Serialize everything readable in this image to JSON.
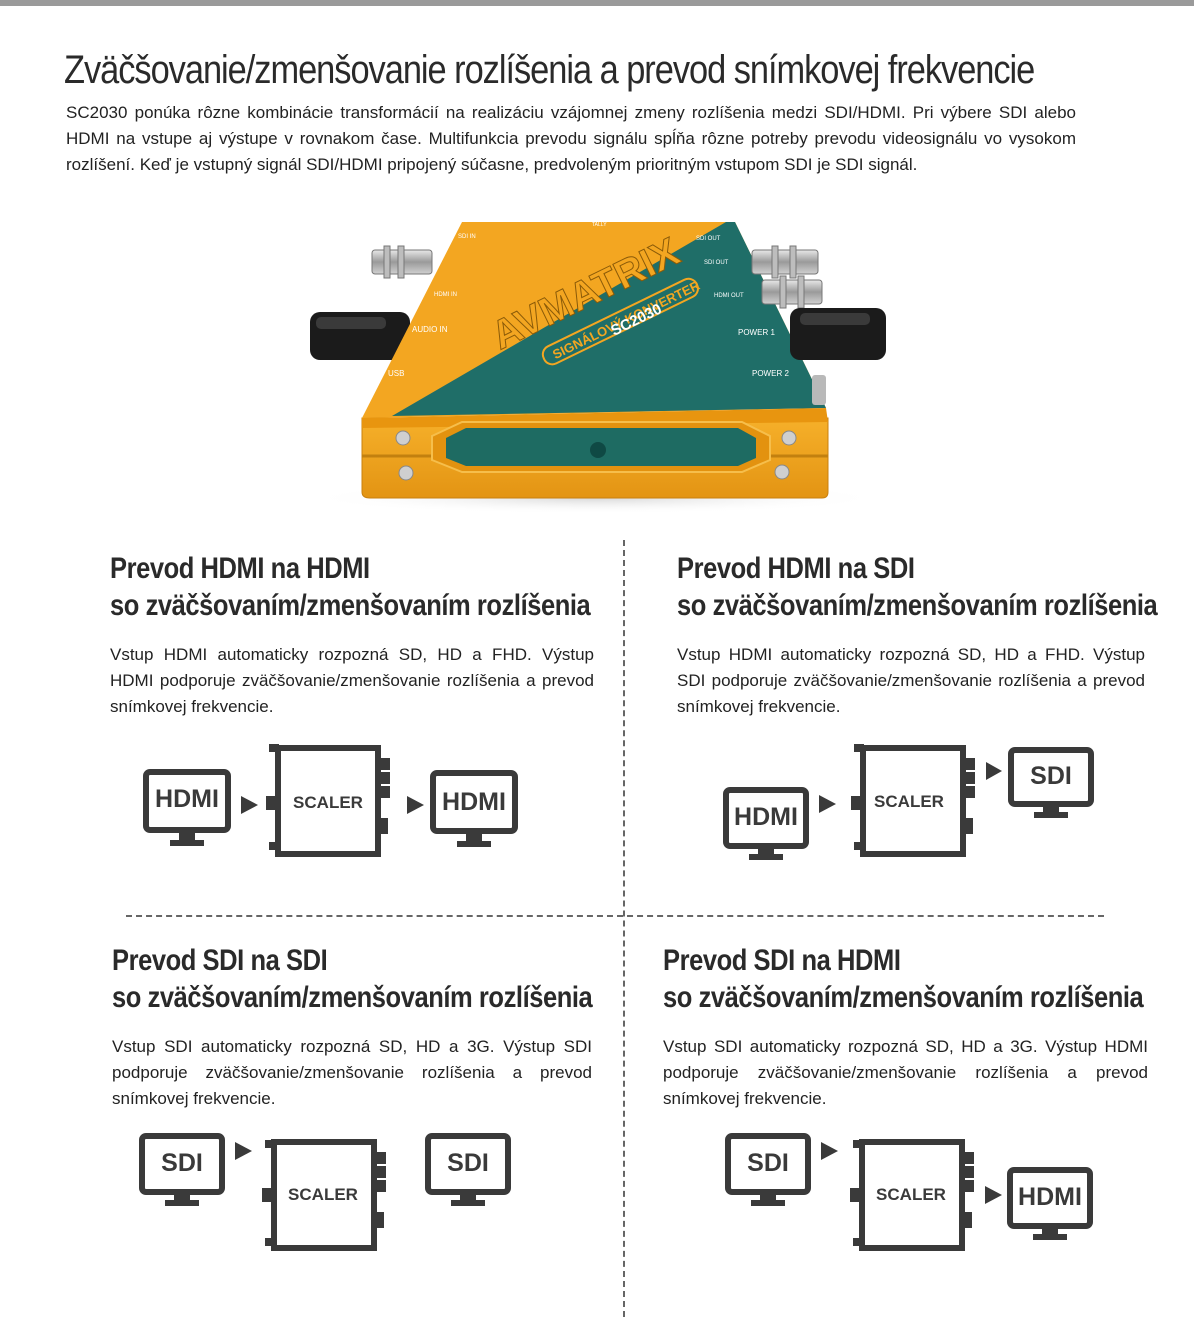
{
  "title": "Zväčšovanie/zmenšovanie rozlíšenia a prevod snímkovej frekvencie",
  "intro": "SC2030 ponúka rôzne kombinácie transformácií na realizáciu vzájomnej zmeny rozlíšenia medzi SDI/HDMI. Pri výbere SDI alebo HDMI na vstupe aj výstupe v rovnakom čase. Multifunkcia prevodu signálu spĺňa rôzne potreby prevodu videosignálu vo vysokom rozlíšení. Keď je vstupný signál SDI/HDMI pripojený súčasne, predvoleným prioritným vstupom SDI je SDI signál.",
  "device": {
    "brand": "AVMATRIX",
    "product_line": "SIGNÁLOVÝ KONVERTER",
    "model": "SC2030",
    "port_labels": {
      "sdi_in": "SDI IN",
      "hdmi_in": "HDMI IN",
      "audio_in": "AUDIO IN",
      "usb": "USB",
      "tally": "TALLY",
      "sdi_out_1": "SDI OUT",
      "sdi_out_2": "SDI OUT",
      "hdmi_out": "HDMI OUT",
      "power_1": "POWER 1",
      "power_2": "POWER 2"
    },
    "colors": {
      "orange": "#f2a51d",
      "teal": "#1f6e68",
      "cable": "#1f1f1f"
    }
  },
  "quadrants": [
    {
      "title_line1": "Prevod HDMI na HDMI",
      "title_line2": "so zväčšovaním/zmenšovaním rozlíšenia",
      "text": "Vstup HDMI automaticky rozpozná SD, HD a FHD. Výstup HDMI podporuje zväčšovanie/zmenšovanie rozlíšenia a prevod snímkovej frekvencie.",
      "input_label": "HDMI",
      "scaler_label": "SCALER",
      "output_label": "HDMI"
    },
    {
      "title_line1": "Prevod HDMI na SDI",
      "title_line2": "so zväčšovaním/zmenšovaním rozlíšenia",
      "text": "Vstup HDMI automaticky rozpozná SD, HD a FHD. Výstup SDI podporuje zväčšovanie/zmenšovanie rozlíšenia a prevod snímkovej frekvencie.",
      "input_label": "HDMI",
      "scaler_label": "SCALER",
      "output_label": "SDI"
    },
    {
      "title_line1": "Prevod SDI na SDI",
      "title_line2": "so zväčšovaním/zmenšovaním rozlíšenia",
      "text": "Vstup SDI automaticky rozpozná SD, HD a 3G. Výstup SDI podporuje zväčšovanie/zmenšovanie rozlíšenia a prevod snímkovej frekvencie.",
      "input_label": "SDI",
      "scaler_label": "SCALER",
      "output_label": "SDI"
    },
    {
      "title_line1": "Prevod SDI na HDMI",
      "title_line2": "so zväčšovaním/zmenšovaním rozlíšenia",
      "text": "Vstup SDI automaticky rozpozná SD, HD a 3G. Výstup HDMI podporuje zväčšovanie/zmenšovanie rozlíšenia a prevod snímkovej frekvencie.",
      "input_label": "SDI",
      "scaler_label": "SCALER",
      "output_label": "HDMI"
    }
  ]
}
